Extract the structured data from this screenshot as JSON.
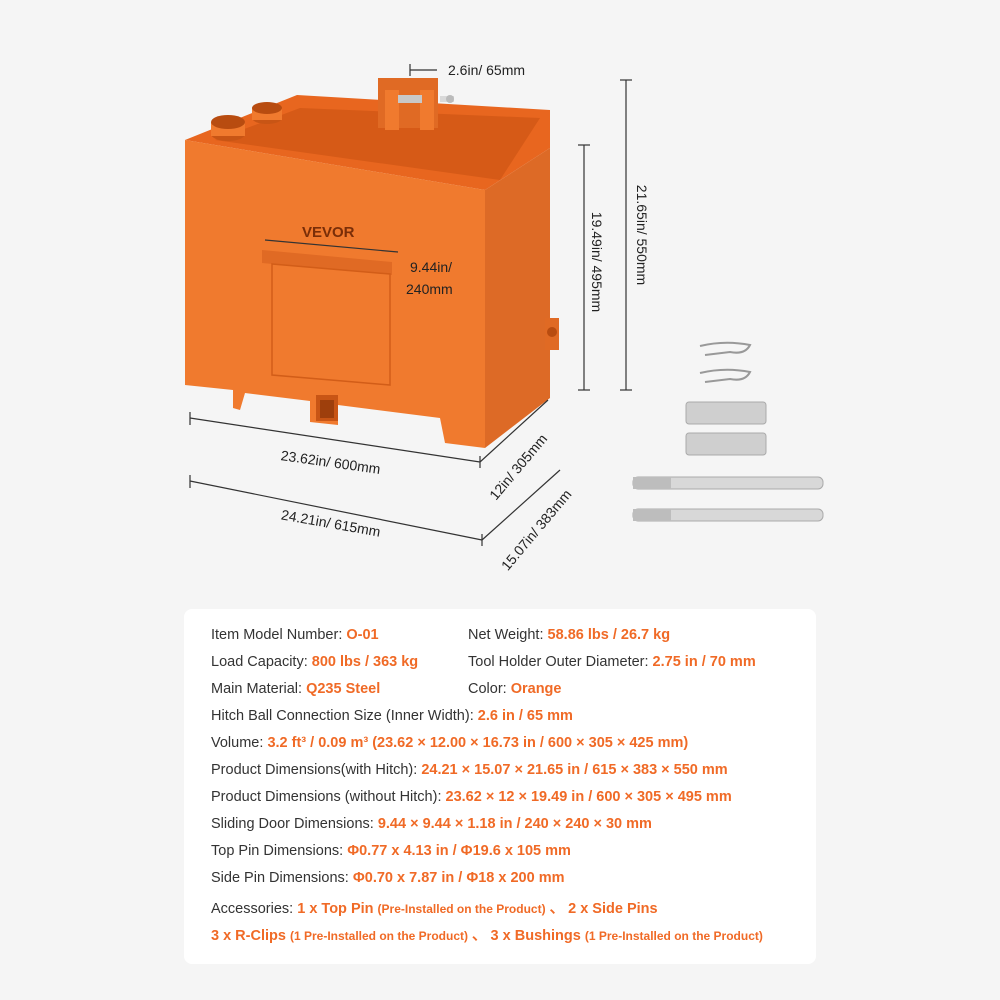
{
  "brand": "VEVOR",
  "colors": {
    "accent": "#f06a26",
    "product": "#f07a2e"
  },
  "dimensions": {
    "hitch_width": "2.6in/ 65mm",
    "door_width_line1": "9.44in/",
    "door_width_line2": "240mm",
    "body_height": "19.49in/ 495mm",
    "total_height": "21.65in/ 550mm",
    "body_width": "23.62in/ 600mm",
    "total_width": "24.21in/ 615mm",
    "body_depth": "12in/ 305mm",
    "total_depth": "15.07in/ 383mm"
  },
  "specs": {
    "model_label": "Item Model Number:",
    "model_value": "O-01",
    "weight_label": "Net Weight:",
    "weight_value": "58.86 lbs / 26.7 kg",
    "load_label": "Load Capacity:",
    "load_value": "800 lbs / 363 kg",
    "holder_label": "Tool Holder Outer Diameter:",
    "holder_value": "2.75 in / 70 mm",
    "material_label": "Main Material:",
    "material_value": "Q235 Steel",
    "color_label": "Color:",
    "color_value": "Orange",
    "hitch_label": "Hitch Ball Connection Size (Inner Width):",
    "hitch_value": "2.6 in / 65 mm",
    "volume_label": "Volume:",
    "volume_value": "3.2 ft³ / 0.09 m³ (23.62 × 12.00 × 16.73 in / 600 × 305 × 425 mm)",
    "dims_hitch_label": "Product Dimensions(with Hitch):",
    "dims_hitch_value": "24.21 × 15.07 × 21.65 in / 615 × 383 × 550 mm",
    "dims_nohitch_label": "Product Dimensions (without Hitch):",
    "dims_nohitch_value": "23.62 × 12 × 19.49 in / 600 × 305 × 495 mm",
    "door_label": "Sliding Door Dimensions:",
    "door_value": "9.44 × 9.44 × 1.18 in / 240 × 240 × 30 mm",
    "toppin_label": "Top Pin Dimensions:",
    "toppin_value": "Φ0.77 x 4.13 in / Φ19.6 x 105 mm",
    "sidepin_label": "Side Pin Dimensions:",
    "sidepin_value": "Φ0.70 x 7.87 in / Φ18 x 200 mm",
    "acc_label": "Accessories:",
    "acc_1": "1 x Top Pin",
    "acc_1_note": "(Pre-Installed on the Product)",
    "acc_2": "、 2 x Side Pins",
    "acc_3": "3 x R-Clips",
    "acc_3_note": "(1 Pre-Installed on the Product)",
    "acc_4": "、 3 x Bushings",
    "acc_4_note": "(1 Pre-Installed on the Product)"
  }
}
